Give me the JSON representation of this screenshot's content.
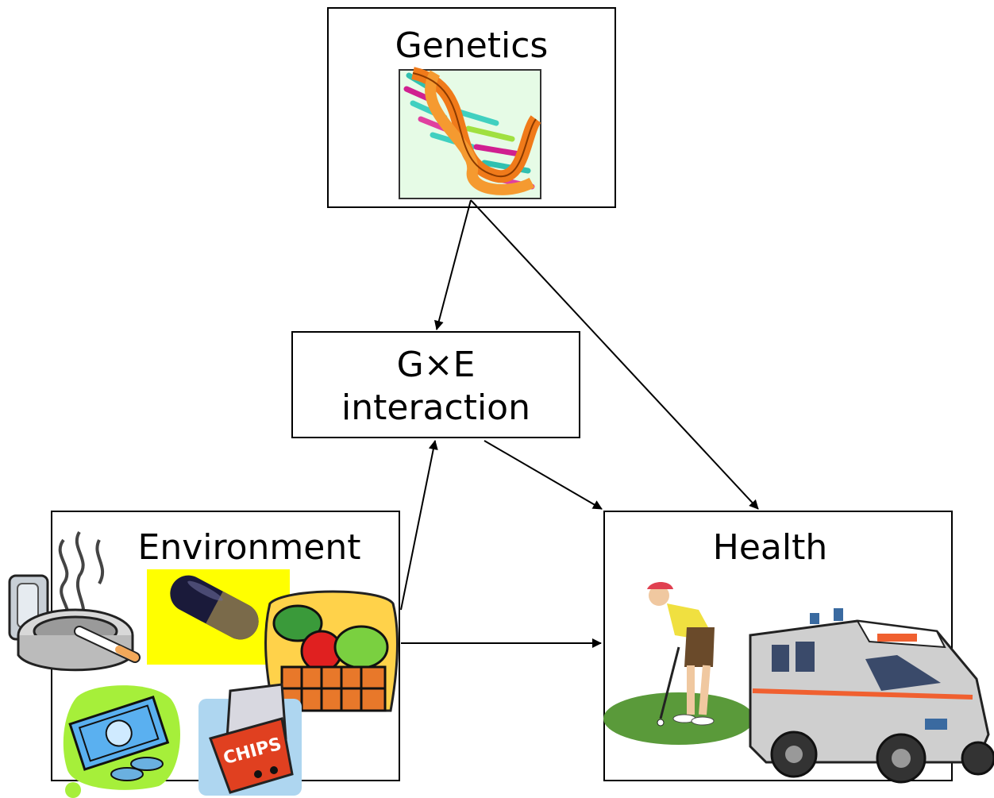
{
  "nodes": {
    "genetics": {
      "label": "Genetics"
    },
    "gxe": {
      "label_line1": "G×E",
      "label_line2": "interaction"
    },
    "environment": {
      "label": "Environment"
    },
    "health": {
      "label": "Health"
    }
  },
  "illustrations": {
    "dna": "dna-helix-icon",
    "ashtray": "ashtray-cigarette-icon",
    "lighter": "lighter-icon",
    "pill": "capsule-pill-icon",
    "food": "vegetable-basket-icon",
    "money": "money-coins-icon",
    "chips": "chips-bag-icon",
    "chips_text": "CHIPS",
    "golfer": "golfer-icon",
    "ambulance": "ambulance-icon"
  },
  "edges": [
    {
      "from": "genetics",
      "to": "gxe"
    },
    {
      "from": "genetics",
      "to": "health"
    },
    {
      "from": "environment",
      "to": "gxe"
    },
    {
      "from": "gxe",
      "to": "health"
    },
    {
      "from": "environment",
      "to": "health"
    }
  ],
  "colors": {
    "stroke": "#000000",
    "pill_background": "#ffff00",
    "dna_orange": "#f07a1a"
  }
}
